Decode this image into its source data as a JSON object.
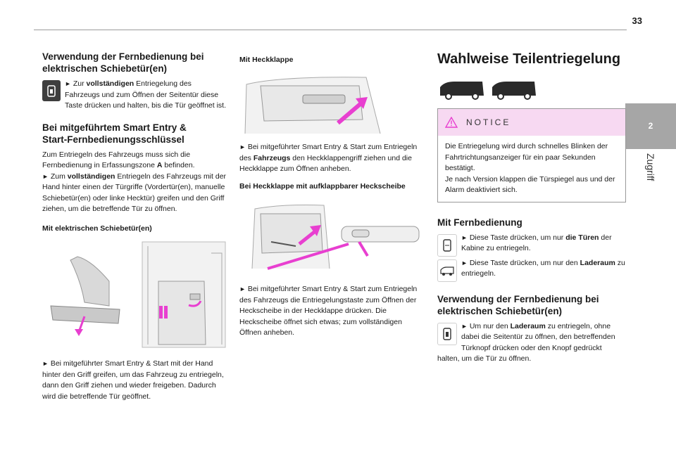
{
  "page": {
    "number": "33",
    "chapter_number": "2",
    "chapter_title": "Zugriff"
  },
  "col1": {
    "h_remote": [
      "Verwendung der Fernbedienung bei",
      "elektrischen Schiebetür(en)"
    ],
    "remote_text": {
      "arrow": "►",
      "pre": " Zur ",
      "bold": "vollständigen",
      "post": " Entriegelung des Fahrzeugs und zum Öffnen der Seitentür diese Taste drücken und halten, bis die Tür geöffnet ist."
    },
    "h_smart": [
      "Bei mitgeführtem Smart Entry &",
      "Start-Fernbedienungsschlüssel"
    ],
    "smart_p1_pre": "Zum Entriegeln des Fahrzeugs muss sich die Fernbedienung in Erfassungszone ",
    "smart_p1_bold": "A",
    "smart_p1_post": " befinden.",
    "smart_p2": {
      "arrow": "►",
      "pre": " Zum ",
      "bold": "vollständigen",
      "post": " Entriegeln des Fahrzeugs mit der Hand hinter einen der Türgriffe (Vordertür(en), manuelle Schiebetür(en) oder linke Hecktür) greifen und den Griff ziehen, um die betreffende Tür zu öffnen."
    },
    "sub_sliding": "Mit elektrischen Schiebetür(en)",
    "caption": {
      "arrow": "►",
      "text": " Bei mitgeführter Smart Entry & Start mit der Hand hinter den Griff greifen, um das Fahrzeug zu entriegeln, dann den Griff ziehen und wieder freigeben. Dadurch wird die betreffende Tür geöffnet."
    }
  },
  "col2": {
    "sub_tailgate": "Mit Heckklappe",
    "tailgate_text": {
      "arrow": "►",
      "pre": " Bei mitgeführter Smart Entry & Start zum Entriegeln des ",
      "bold": "Fahrzeugs",
      "post": " den Heckklappengriff ziehen und die Heckklappe zum Öffnen anheben."
    },
    "sub_window": "Bei Heckklappe mit aufklappbarer Heckscheibe",
    "window_text": {
      "arrow": "►",
      "text": " Bei mitgeführter Smart Entry & Start zum Entriegeln des Fahrzeugs die Entriegelungstaste zum Öffnen der Heckscheibe in der Heckklappe drücken. Die Heckscheibe öffnet sich etwas; zum vollständigen Öffnen anheben."
    }
  },
  "col3": {
    "title": "Wahlweise Teilentriegelung",
    "notice_title": "NOTICE",
    "notice_p1": "Die Entriegelung wird durch schnelles Blinken der Fahrtrichtungsanzeiger für ein paar Sekunden bestätigt.",
    "notice_p2": "Je nach Version klappen die Türspiegel aus und der Alarm deaktiviert sich.",
    "h_remote": "Mit Fernbedienung",
    "doors_text": {
      "arrow": "►",
      "pre": " Diese Taste drücken, um nur ",
      "bold": "die Türen",
      "post": " der Kabine zu entriegeln."
    },
    "cargo_text": {
      "arrow": "►",
      "pre": " Diese Taste drücken, um nur den ",
      "bold": "Laderaum",
      "post": " zu entriegeln."
    },
    "h_sliding": [
      "Verwendung der Fernbedienung bei",
      "elektrischen Schiebetür(en)"
    ],
    "sliding_text": {
      "arrow": "►",
      "pre": " Um nur den ",
      "bold": "Laderaum",
      "post": " zu entriegeln, ohne dabei die Seitentür zu öffnen, den betreffenden Türknopf drücken oder den Knopf gedrückt halten, um die Tür zu öffnen."
    }
  },
  "colors": {
    "accent": "#e83fd0",
    "notice_bg": "#f7d9f2",
    "tab_gray": "#a6a6a6",
    "icon_dark": "#3e3e3e",
    "warning": "#e83fd0"
  }
}
